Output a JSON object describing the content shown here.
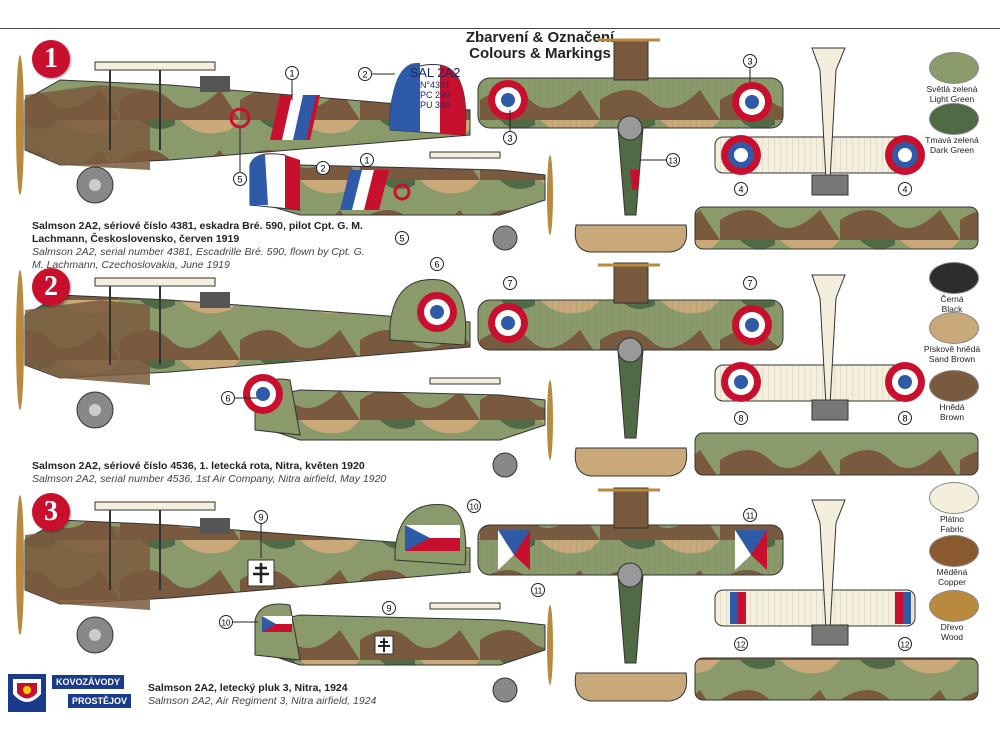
{
  "header": {
    "title_cz": "Zbarvení & Označení",
    "title_en": "Colours & Markings"
  },
  "schemes": [
    {
      "number": "1",
      "caption_cz": "Salmson 2A2, sériové číslo 4381, eskadra Bré. 590, pilot Cpt. G. M. Lachmann, Československo, červen 1919",
      "caption_en": "Salmson 2A2, serial number 4381, Escadrille Bré. 590, flown by Cpt. G. M. Lachmann, Czechoslovakia, June 1919",
      "fin_code": "SAL 2A2",
      "fin_serial": "N°4381",
      "fin_l1": "PC 290",
      "fin_l2": "PU 340"
    },
    {
      "number": "2",
      "caption_cz": "Salmson 2A2, sériové číslo 4536, 1. letecká rota, Nitra, květen 1920",
      "caption_en": "Salmson 2A2, serial number 4536, 1st Air Company, Nitra airfield, May 1920"
    },
    {
      "number": "3",
      "caption_cz": "Salmson 2A2, letecký pluk 3, Nitra, 1924",
      "caption_en": "Salmson 2A2, Air Regiment 3, Nitra airfield, 1924"
    }
  ],
  "callouts": [
    "1",
    "2",
    "3",
    "4",
    "5",
    "6",
    "7",
    "8",
    "9",
    "10",
    "11",
    "12",
    "13"
  ],
  "swatches": [
    {
      "cz": "Světlá zelená",
      "en": "Light Green",
      "color": "#8a9a6a"
    },
    {
      "cz": "Tmavá zelená",
      "en": "Dark Green",
      "color": "#4f6a45"
    },
    {
      "cz": "Černá",
      "en": "Black",
      "color": "#2d2d2d"
    },
    {
      "cz": "Pískově hnědá",
      "en": "Sand Brown",
      "color": "#c9a979"
    },
    {
      "cz": "Hnědá",
      "en": "Brown",
      "color": "#7a5a3e"
    },
    {
      "cz": "Plátno",
      "en": "Fabric",
      "color": "#f3efdc"
    },
    {
      "cz": "Měděná",
      "en": "Copper",
      "color": "#8a5a2e"
    },
    {
      "cz": "Dřevo",
      "en": "Wood",
      "color": "#b98a3e"
    }
  ],
  "logo": {
    "line1": "KOVOZÁVODY",
    "line2": "PROSTĚJOV"
  },
  "colors": {
    "light_green": "#8a9a6a",
    "dark_green": "#4f6a45",
    "sand": "#c9a979",
    "brown": "#7a5a3e",
    "fabric": "#f3efdc",
    "roundel_blue": "#2e5aa8",
    "roundel_red": "#c8102e"
  }
}
